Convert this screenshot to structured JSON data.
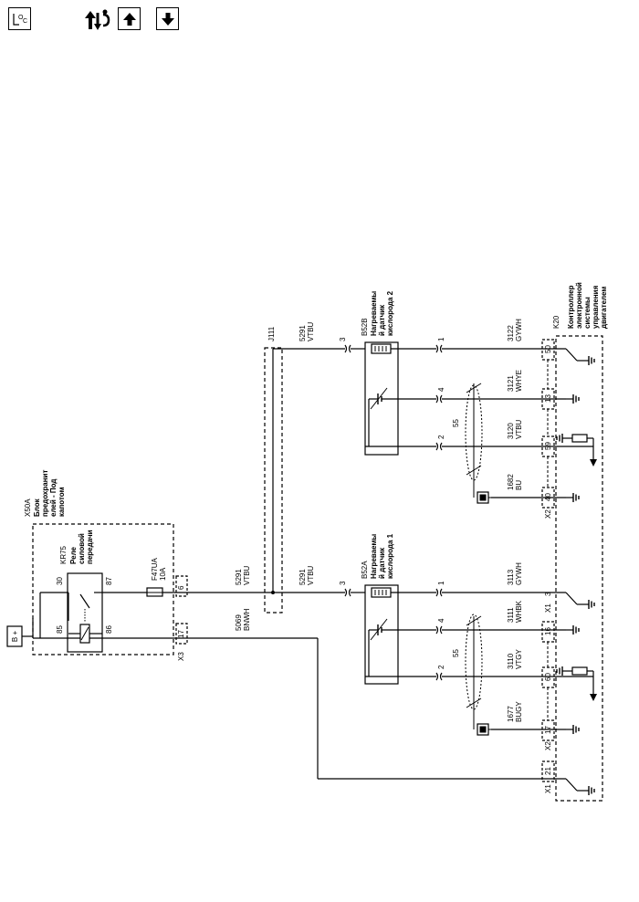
{
  "toolbar": {
    "location_icon": "location-icon",
    "flow_icon": "circuit-operation-icon",
    "up_icon": "arrow-up-icon",
    "down_icon": "arrow-down-icon"
  },
  "diagram": {
    "battery": "B +",
    "fuse_block_id": "X50A",
    "fuse_block_name": "Блок предохранителей - Под капотом",
    "fuse_block_lines": [
      "Блок",
      "предохранит",
      "елей - Под",
      "капотом"
    ],
    "relay_id": "KR75",
    "relay_lines": [
      "Реле",
      "силовой",
      "передачи"
    ],
    "relay_pin_30": "30",
    "relay_pin_85": "85",
    "relay_pin_86": "86",
    "relay_pin_87": "87",
    "fuse_id": "F47UA",
    "fuse_rating": "10A",
    "x3_label": "X3",
    "x3_pin_6": "6",
    "x3_pin_17": "17",
    "splice": "J111",
    "circuit_5291": "5291",
    "color_vtbu": "VTBU",
    "circuit_5069": "5069",
    "color_bnwh": "BNWH",
    "sensor2_id": "B52B",
    "sensor2_lines": [
      "Нагреваемы",
      "й датчик",
      "кислорода 2"
    ],
    "sensor1_id": "B52A",
    "sensor1_lines": [
      "Нагреваемы",
      "й датчик",
      "кислорода 1"
    ],
    "pin_1": "1",
    "pin_2": "2",
    "pin_3": "3",
    "pin_4": "4",
    "shield_55": "55",
    "w3122": "3122",
    "c3122": "GYWH",
    "w3121": "3121",
    "c3121": "WHYE",
    "w3120": "3120",
    "c3120": "VTBU",
    "w1682": "1682",
    "c1682": "BU",
    "w3113": "3113",
    "c3113": "GYWH",
    "w3111": "3111",
    "c3111": "WHBK",
    "w3110": "3110",
    "c3110": "VTGY",
    "w1677": "1677",
    "c1677": "BUGY",
    "ecm_id": "K20",
    "ecm_lines": [
      "Контроллер",
      "электронной",
      "системы",
      "управления",
      "двигателем"
    ],
    "x1_label": "X1",
    "x2_label": "X2",
    "ecm_pin_50": "50",
    "ecm_pin_13": "13",
    "ecm_pin_59": "59",
    "ecm_pin_40": "40",
    "ecm_pin_3": "3",
    "ecm_pin_16": "16",
    "ecm_pin_60": "60",
    "ecm_pin_17": "17",
    "ecm_pin_21": "21"
  }
}
